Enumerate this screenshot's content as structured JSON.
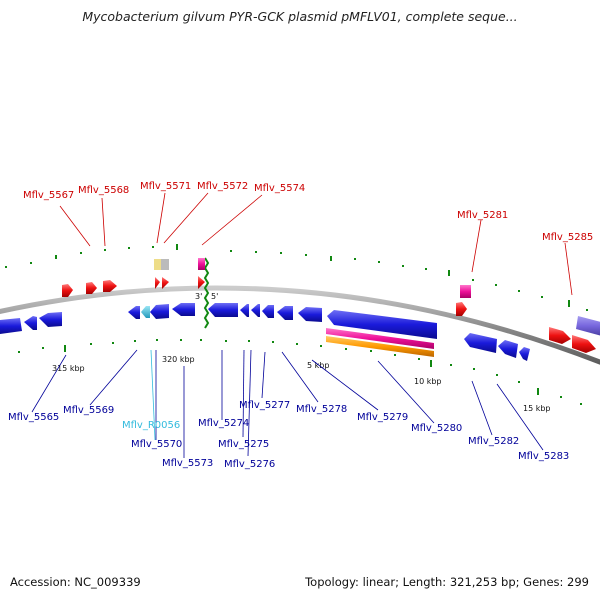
{
  "title": "Mycobacterium gilvum PYR-GCK plasmid pMFLV01, complete seque...",
  "footer": {
    "accession": "Accession: NC_009339",
    "summary": "Topology: linear; Length: 321,253 bp; Genes: 299"
  },
  "colors": {
    "forward_gene": "#ee1111",
    "reverse_gene": "#1a1adb",
    "rna_gene": "#33bbdd",
    "backbone": "#888888",
    "tick": "#118811",
    "seam": "#118811",
    "label_forward": "#cc0000",
    "label_reverse": "#000099",
    "magenta": "#ee1199",
    "orange": "#ff9900",
    "purple": "#7766dd",
    "gray_box": "#bbbbbb",
    "yellow_box": "#eedd88"
  },
  "sequence_ends": {
    "left": "3'",
    "right": "5'"
  },
  "tick_labels": [
    "315 kbp",
    "320 kbp",
    "5 kbp",
    "10 kbp",
    "15 kbp"
  ],
  "forward_labels": [
    "Mflv_5567",
    "Mflv_5568",
    "Mflv_5571",
    "Mflv_5572",
    "Mflv_5574",
    "Mflv_5281",
    "Mflv_5285"
  ],
  "reverse_labels": [
    "Mflv_5565",
    "Mflv_5569",
    "Mflv_R0056",
    "Mflv_5570",
    "Mflv_5573",
    "Mflv_5274",
    "Mflv_5275",
    "Mflv_5276",
    "Mflv_5277",
    "Mflv_5278",
    "Mflv_5279",
    "Mflv_5280",
    "Mflv_5282",
    "Mflv_5283"
  ]
}
